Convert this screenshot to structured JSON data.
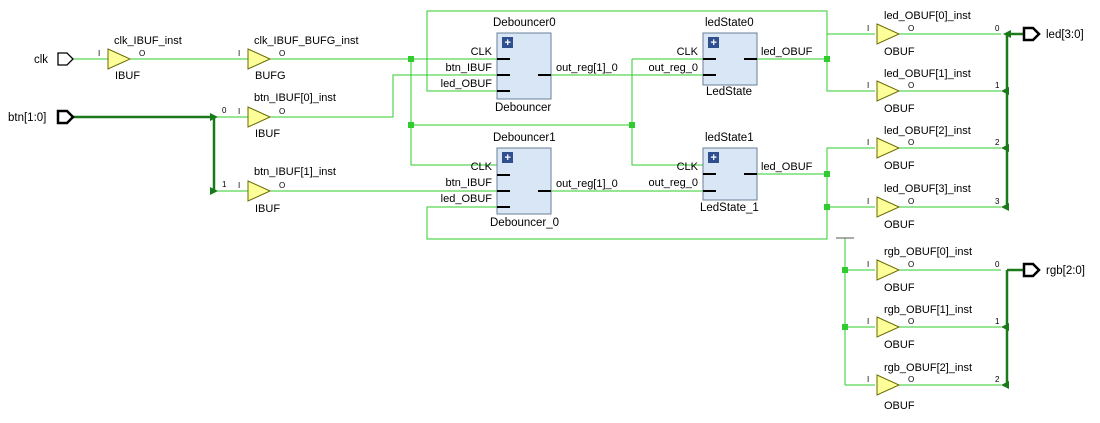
{
  "ports": {
    "clk": "clk",
    "btn": "btn[1:0]",
    "led": "led[3:0]",
    "rgb": "rgb[2:0]"
  },
  "cells": {
    "clk_ibuf": {
      "name": "clk_IBUF_inst",
      "type": "IBUF",
      "in_pin": "I",
      "out_pin": "O"
    },
    "clk_bufg": {
      "name": "clk_IBUF_BUFG_inst",
      "type": "BUFG",
      "in_pin": "I",
      "out_pin": "O"
    },
    "btn_ibuf0": {
      "name": "btn_IBUF[0]_inst",
      "type": "IBUF",
      "in_pin": "I",
      "out_pin": "O"
    },
    "btn_ibuf1": {
      "name": "btn_IBUF[1]_inst",
      "type": "IBUF",
      "in_pin": "I",
      "out_pin": "O"
    },
    "debouncer0": {
      "name": "Debouncer0",
      "type": "Debouncer",
      "pins": [
        "CLK",
        "btn_IBUF",
        "led_OBUF"
      ],
      "out": "out_reg[1]_0"
    },
    "debouncer1": {
      "name": "Debouncer1",
      "type": "Debouncer_0",
      "pins": [
        "CLK",
        "btn_IBUF",
        "led_OBUF"
      ],
      "out": "out_reg[1]_0"
    },
    "ledstate0": {
      "name": "ledState0",
      "type": "LedState",
      "pins": [
        "CLK",
        "out_reg_0"
      ],
      "out": "led_OBUF"
    },
    "ledstate1": {
      "name": "ledState1",
      "type": "LedState_1",
      "pins": [
        "CLK",
        "out_reg_0"
      ],
      "out": "led_OBUF"
    },
    "led_obuf": [
      {
        "name": "led_OBUF[0]_inst",
        "type": "OBUF",
        "in_pin": "I",
        "out_pin": "O",
        "bit": "0"
      },
      {
        "name": "led_OBUF[1]_inst",
        "type": "OBUF",
        "in_pin": "I",
        "out_pin": "O",
        "bit": "1"
      },
      {
        "name": "led_OBUF[2]_inst",
        "type": "OBUF",
        "in_pin": "I",
        "out_pin": "O",
        "bit": "2"
      },
      {
        "name": "led_OBUF[3]_inst",
        "type": "OBUF",
        "in_pin": "I",
        "out_pin": "O",
        "bit": "3"
      }
    ],
    "rgb_obuf": [
      {
        "name": "rgb_OBUF[0]_inst",
        "type": "OBUF",
        "in_pin": "I",
        "out_pin": "O",
        "bit": "0"
      },
      {
        "name": "rgb_OBUF[1]_inst",
        "type": "OBUF",
        "in_pin": "I",
        "out_pin": "O",
        "bit": "1"
      },
      {
        "name": "rgb_OBUF[2]_inst",
        "type": "OBUF",
        "in_pin": "I",
        "out_pin": "O",
        "bit": "2"
      }
    ]
  },
  "btn_bus_bits": [
    "0",
    "1"
  ],
  "expand_glyph": "+",
  "colors": {
    "wire": "#2ecc2e",
    "bus": "#1a7a1a",
    "buffer_fill": "#ffff99",
    "block_fill": "#d9e6f5",
    "expand_icon": "#2f4f8f"
  }
}
